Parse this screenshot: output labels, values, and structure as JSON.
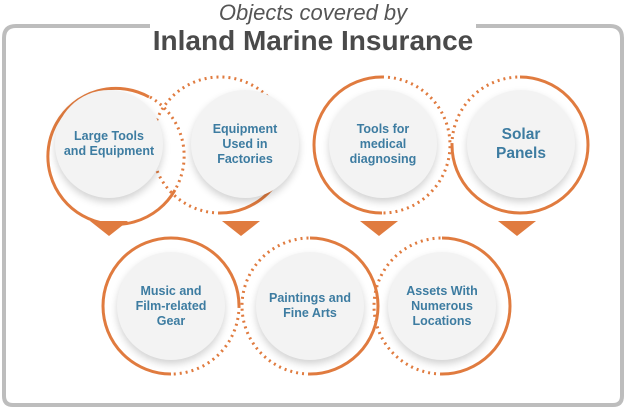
{
  "title": {
    "line1": "Objects covered by",
    "line2": "Inland Marine Insurance"
  },
  "colors": {
    "accent": "#e07b3f",
    "frame": "#bdbdbd",
    "text": "#3d7ca1"
  },
  "items": [
    {
      "label": "Large Tools and Equipment"
    },
    {
      "label": "Equipment Used in Factories"
    },
    {
      "label": "Tools for medical diagnosing"
    },
    {
      "label": "Solar Panels"
    },
    {
      "label": "Music and Film-related Gear"
    },
    {
      "label": "Paintings and Fine Arts"
    },
    {
      "label": "Assets With Numerous Locations"
    }
  ]
}
